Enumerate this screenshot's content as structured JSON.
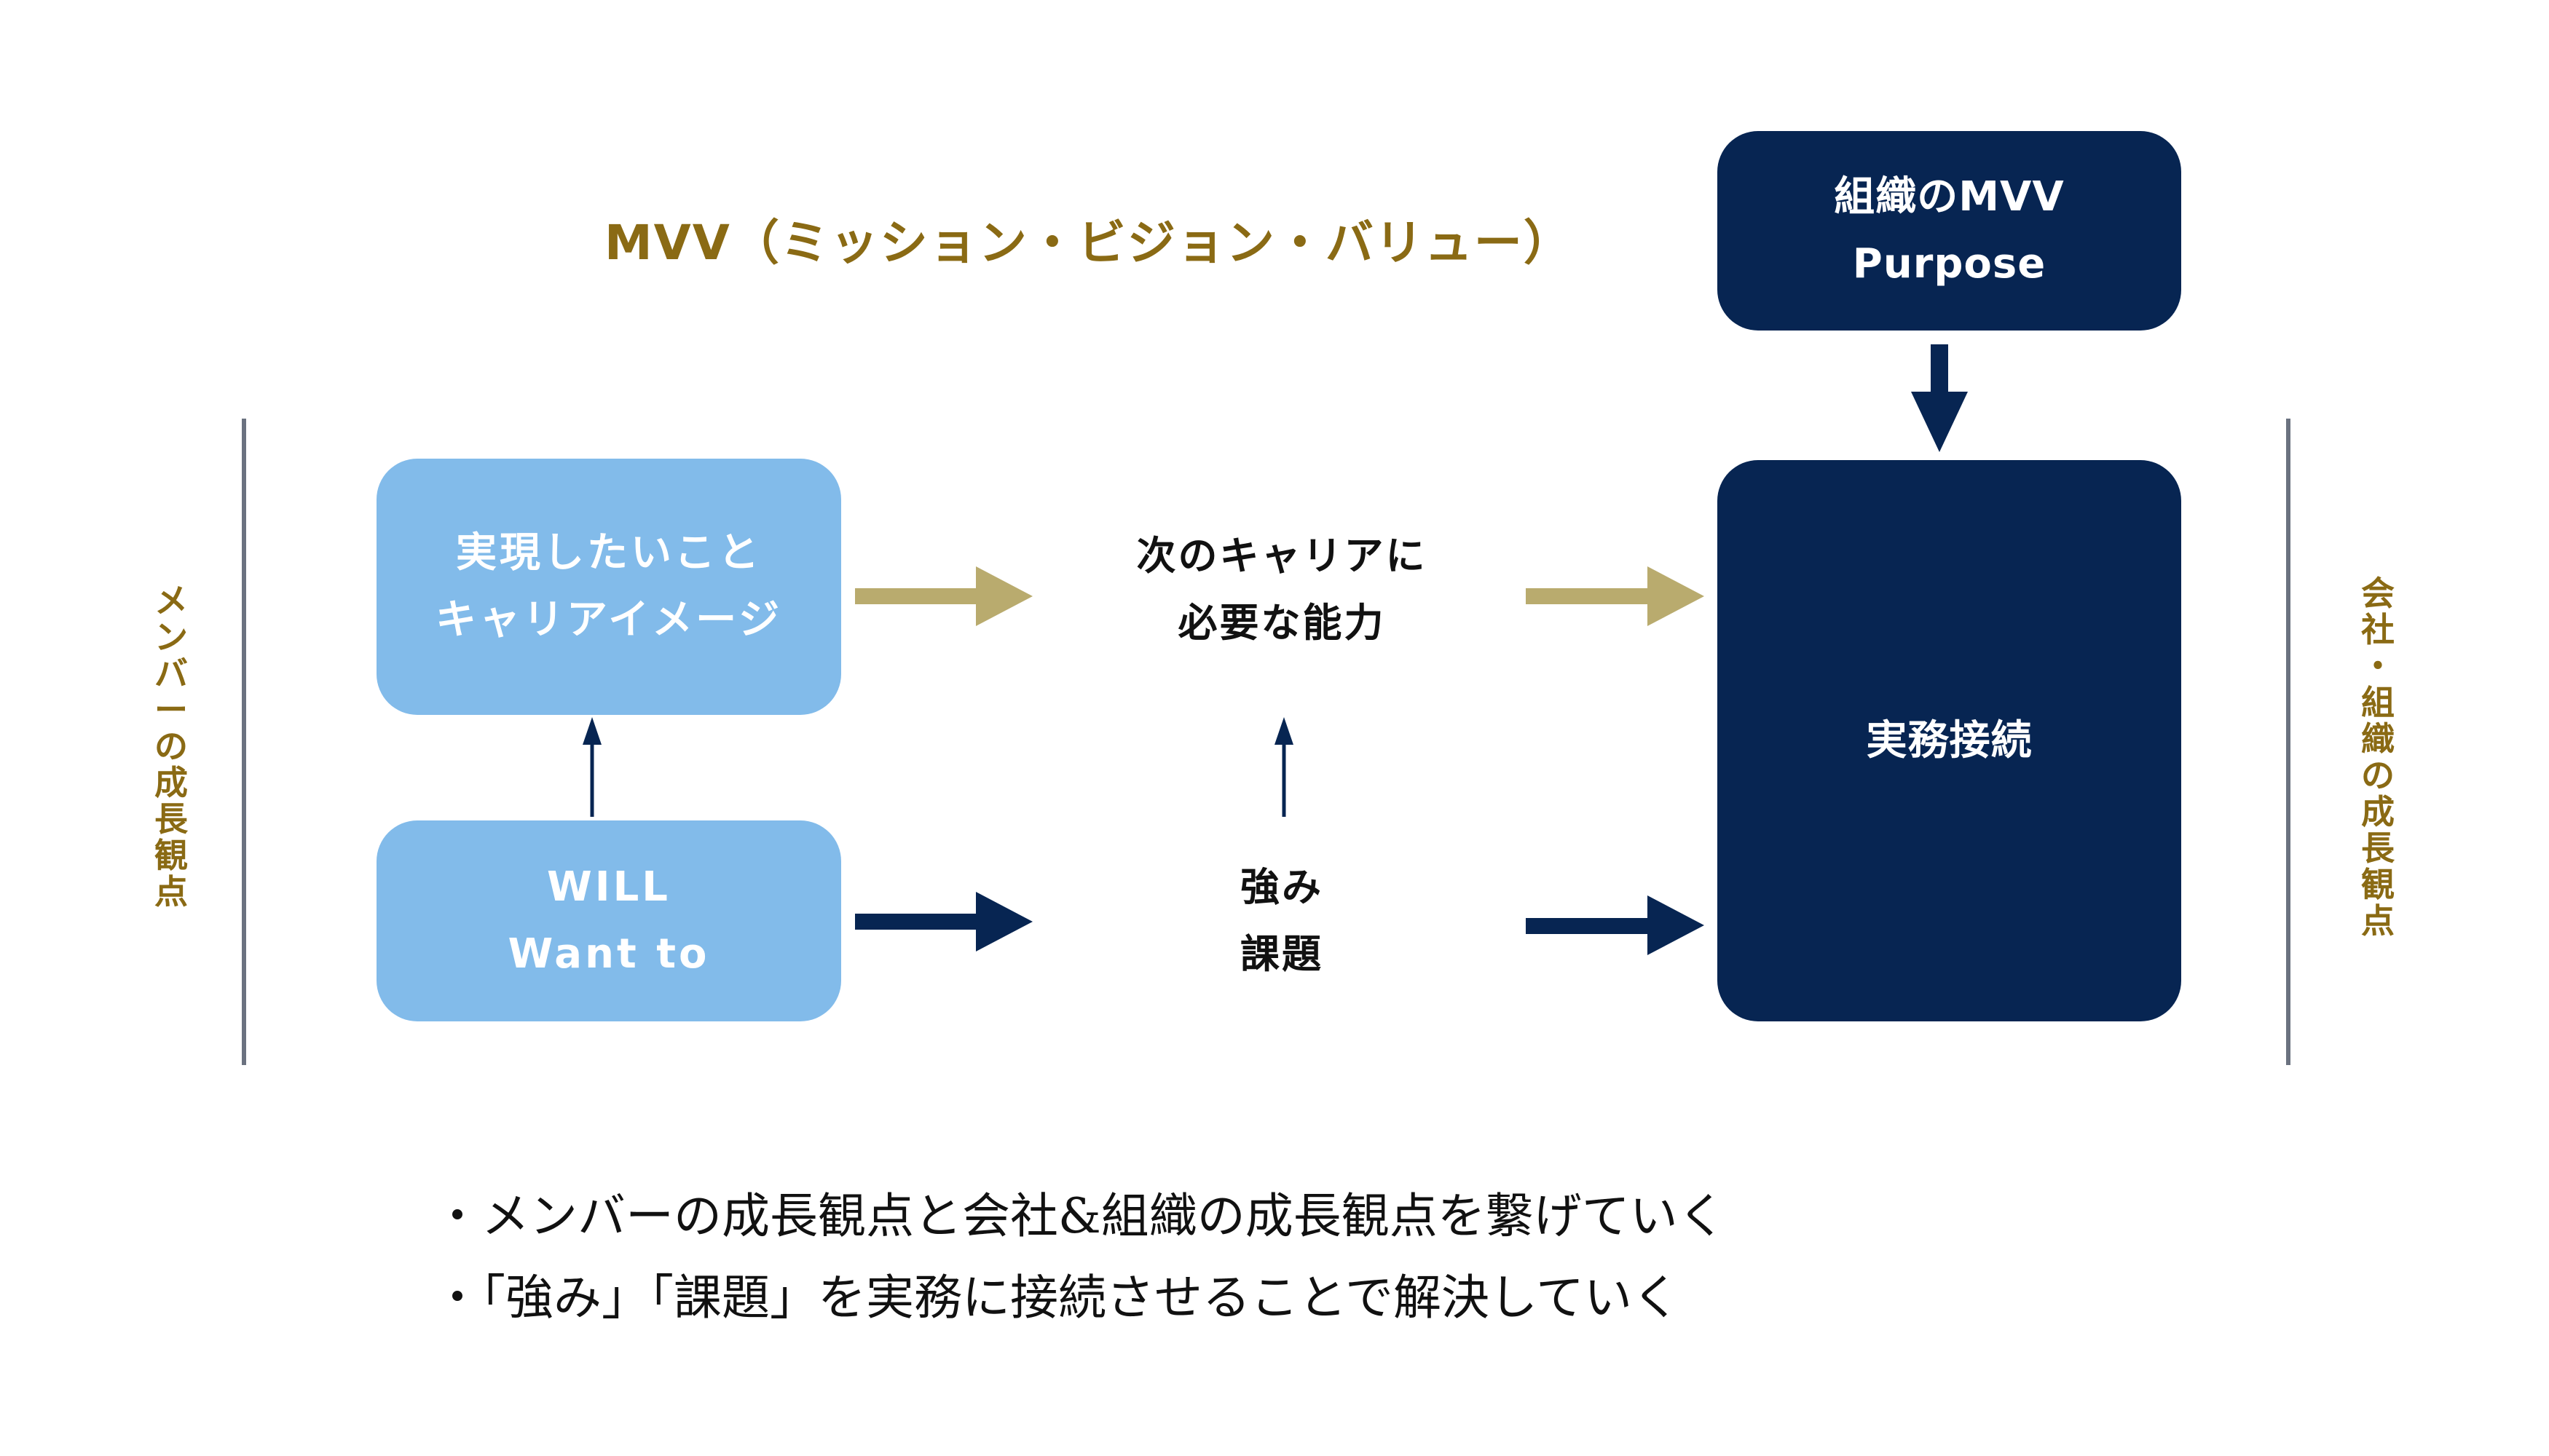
{
  "title": "MVV（ミッション・ビジョン・バリュー）",
  "colors": {
    "gold_text": "#8a6a14",
    "gold_arrow": "#b9ab6e",
    "navy": "#072552",
    "light_blue": "#82bbea",
    "divider": "#6b7280"
  },
  "left_label": [
    "メ",
    "ン",
    "バ",
    "ー",
    "の",
    "成",
    "長",
    "観",
    "点"
  ],
  "right_label": [
    "会",
    "社",
    "・",
    "組",
    "織",
    "の",
    "成",
    "長",
    "観",
    "点"
  ],
  "boxes": {
    "career_image": {
      "lines": [
        "実現したいこと",
        "キャリアイメージ"
      ]
    },
    "will": {
      "lines": [
        "WILL",
        "Want to"
      ]
    },
    "org_mvv": {
      "lines": [
        "組織のMVV",
        "Purpose"
      ]
    },
    "practice": {
      "lines": [
        "実務接続"
      ]
    }
  },
  "middle": {
    "next_career": {
      "lines": [
        "次のキャリアに",
        "必要な能力"
      ]
    },
    "strengths": {
      "lines": [
        "強み",
        "課題"
      ]
    }
  },
  "bullets": [
    "・メンバーの成長観点と会社&組織の成長観点を繋げていく",
    "・「強み」「課題」を実務に接続させることで解決していく"
  ]
}
